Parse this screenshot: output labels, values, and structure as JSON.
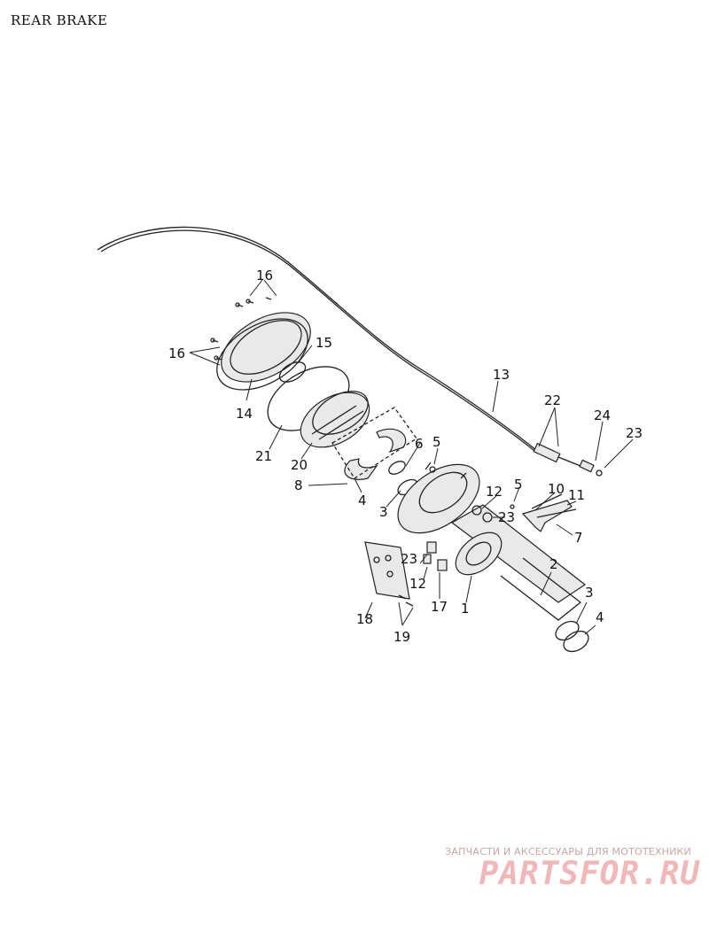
{
  "title": "REAR BRAKE",
  "callouts": [
    {
      "id": "c1",
      "text": "1"
    },
    {
      "id": "c2",
      "text": "2"
    },
    {
      "id": "c3a",
      "text": "3"
    },
    {
      "id": "c3b",
      "text": "3"
    },
    {
      "id": "c4a",
      "text": "4"
    },
    {
      "id": "c4b",
      "text": "4"
    },
    {
      "id": "c5a",
      "text": "5"
    },
    {
      "id": "c5b",
      "text": "5"
    },
    {
      "id": "c6",
      "text": "6"
    },
    {
      "id": "c7",
      "text": "7"
    },
    {
      "id": "c8",
      "text": "8"
    },
    {
      "id": "c10",
      "text": "10"
    },
    {
      "id": "c11",
      "text": "11"
    },
    {
      "id": "c12a",
      "text": "12"
    },
    {
      "id": "c12b",
      "text": "12"
    },
    {
      "id": "c13",
      "text": "13"
    },
    {
      "id": "c14",
      "text": "14"
    },
    {
      "id": "c15",
      "text": "15"
    },
    {
      "id": "c16a",
      "text": "16"
    },
    {
      "id": "c16b",
      "text": "16"
    },
    {
      "id": "c17",
      "text": "17"
    },
    {
      "id": "c18",
      "text": "18"
    },
    {
      "id": "c19",
      "text": "19"
    },
    {
      "id": "c20",
      "text": "20"
    },
    {
      "id": "c21",
      "text": "21"
    },
    {
      "id": "c22",
      "text": "22"
    },
    {
      "id": "c23a",
      "text": "23"
    },
    {
      "id": "c23b",
      "text": "23"
    },
    {
      "id": "c23c",
      "text": "23"
    },
    {
      "id": "c24",
      "text": "24"
    }
  ],
  "watermark": {
    "tagline": "ЗАПЧАСТИ И АКСЕССУАРЫ ДЛЯ МОТОТЕХНИКИ",
    "logo": "PARTSFOR.RU"
  }
}
